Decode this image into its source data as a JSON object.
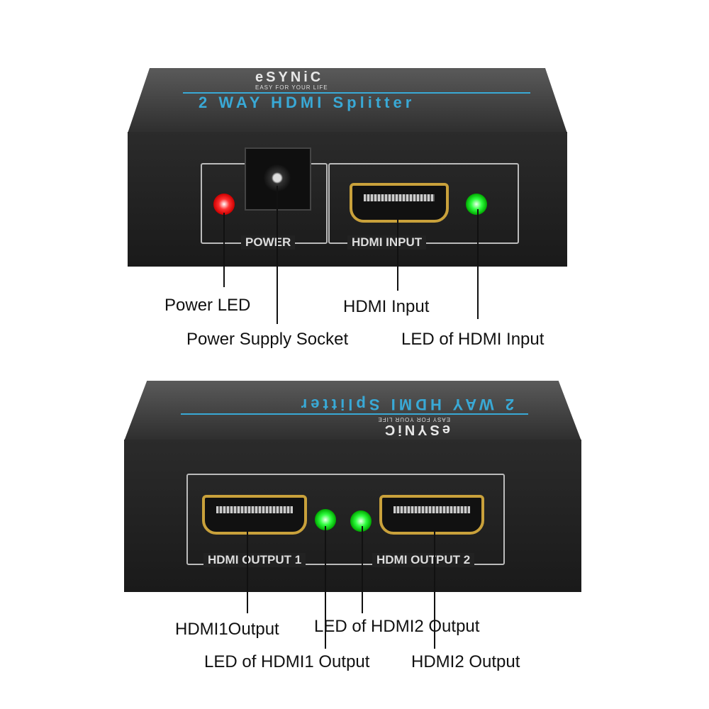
{
  "top_device": {
    "brand": "eSYNiC",
    "tagline": "EASY FOR YOUR LIFE",
    "product": "2 WAY HDMI Splitter",
    "panel_labels": [
      "POWER",
      "HDMI INPUT"
    ],
    "led_colors": {
      "power": "#ff2020",
      "hdmi_input": "#20e030"
    }
  },
  "bottom_device": {
    "brand": "eSYNiC",
    "tagline": "EASY FOR YOUR LIFE",
    "product": "2 WAY HDMI Splitter",
    "panel_labels": [
      "HDMI OUTPUT 1",
      "HDMI OUTPUT 2"
    ],
    "led_colors": {
      "output1": "#20e030",
      "output2": "#20e030"
    }
  },
  "callouts": {
    "power_led": "Power LED",
    "power_socket": "Power Supply Socket",
    "hdmi_input": "HDMI Input",
    "hdmi_input_led": "LED of HDMI Input",
    "hdmi1_output": "HDMI1Output",
    "hdmi1_output_led": "LED of HDMI1 Output",
    "hdmi2_output_led": "LED of HDMI2 Output",
    "hdmi2_output": "HDMI2 Output"
  }
}
